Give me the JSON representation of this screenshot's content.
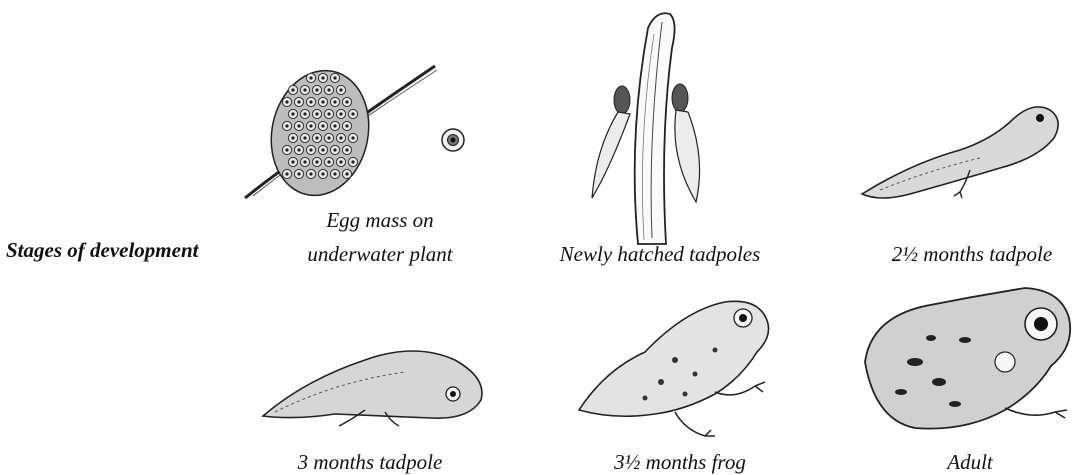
{
  "heading": "Stages of development",
  "stages": [
    {
      "line1": "Egg mass on",
      "line2": "underwater plant",
      "icon": "egg-mass-illustration"
    },
    {
      "line1": "Newly hatched tadpoles",
      "icon": "hatched-tadpoles-illustration"
    },
    {
      "line1": "2½ months tadpole",
      "icon": "tadpole-2-5-months-illustration"
    },
    {
      "line1": "3 months tadpole",
      "icon": "tadpole-3-months-illustration"
    },
    {
      "line1": "3½ months frog",
      "icon": "frog-3-5-months-illustration"
    },
    {
      "line1": "Adult",
      "icon": "adult-frog-illustration"
    }
  ],
  "colors": {
    "ink": "#111111",
    "background": "#ffffff"
  }
}
